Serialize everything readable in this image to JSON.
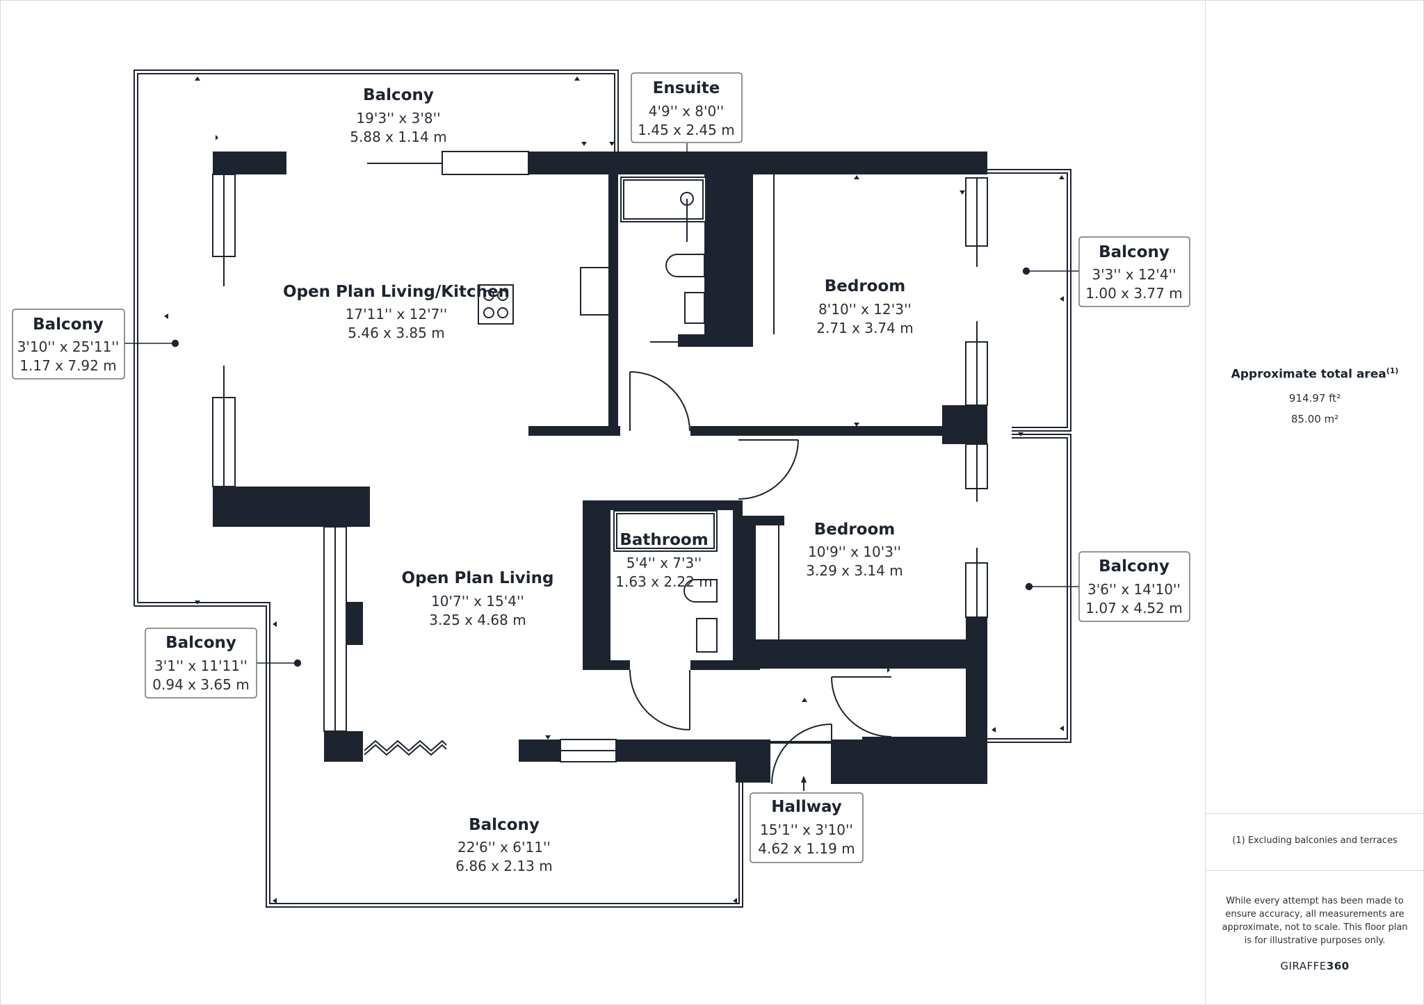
{
  "rooms": {
    "balcony_top": {
      "name": "Balcony",
      "imperial": "19'3'' x 3'8''",
      "metric": "5.88 x 1.14 m"
    },
    "ensuite": {
      "name": "Ensuite",
      "imperial": "4'9'' x 8'0''",
      "metric": "1.45 x 2.45 m"
    },
    "balcony_right_top": {
      "name": "Balcony",
      "imperial": "3'3'' x 12'4''",
      "metric": "1.00 x 3.77 m"
    },
    "balcony_left": {
      "name": "Balcony",
      "imperial": "3'10'' x 25'11''",
      "metric": "1.17 x 7.92 m"
    },
    "living_kitchen": {
      "name": "Open Plan Living/Kitchen",
      "imperial": "17'11'' x 12'7''",
      "metric": "5.46 x 3.85 m"
    },
    "bedroom_1": {
      "name": "Bedroom",
      "imperial": "8'10'' x 12'3''",
      "metric": "2.71 x 3.74 m"
    },
    "bedroom_2": {
      "name": "Bedroom",
      "imperial": "10'9'' x 10'3''",
      "metric": "3.29 x 3.14 m"
    },
    "bathroom": {
      "name": "Bathroom",
      "imperial": "5'4'' x 7'3''",
      "metric": "1.63 x 2.22 m"
    },
    "living": {
      "name": "Open Plan Living",
      "imperial": "10'7'' x 15'4''",
      "metric": "3.25 x 4.68 m"
    },
    "balcony_right_bottom": {
      "name": "Balcony",
      "imperial": "3'6'' x 14'10''",
      "metric": "1.07 x 4.52 m"
    },
    "balcony_left_bottom": {
      "name": "Balcony",
      "imperial": "3'1'' x 11'11''",
      "metric": "0.94 x 3.65 m"
    },
    "balcony_bottom": {
      "name": "Balcony",
      "imperial": "22'6'' x 6'11''",
      "metric": "6.86 x 2.13 m"
    },
    "hallway": {
      "name": "Hallway",
      "imperial": "15'1'' x 3'10''",
      "metric": "4.62 x 1.19 m"
    }
  },
  "sidebar": {
    "area_title": "Approximate total area",
    "area_note_marker": "(1)",
    "area_sqft": "914.97 ft²",
    "area_sqm": "85.00 m²",
    "footnote": "(1) Excluding balconies and terraces",
    "disclaimer": "While every attempt has been made to ensure accuracy, all measurements are approximate, not to scale. This floor plan is for illustrative purposes only.",
    "brand_prefix": "GIRAFFE",
    "brand_suffix": "360"
  },
  "colors": {
    "wall": "#1d2430",
    "outline": "#707070"
  }
}
